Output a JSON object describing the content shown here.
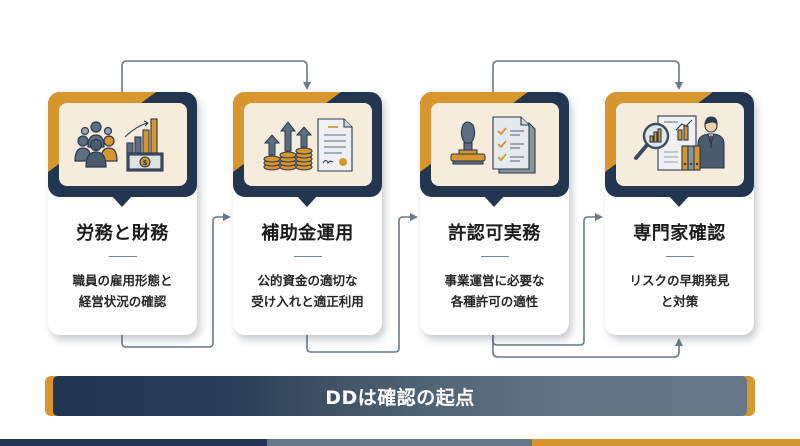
{
  "colors": {
    "navy": "#233650",
    "gold": "#D8962F",
    "cream": "#F6ECDC",
    "slate": "#667786",
    "connector": "#6b7885"
  },
  "cards": [
    {
      "title": "労務と財務",
      "desc_lines": [
        "職員の雇用形態と",
        "経営状況の確認"
      ],
      "icon": "people-and-money-growth-icon"
    },
    {
      "title": "補助金運用",
      "desc_lines": [
        "公的資金の適切な",
        "受け入れと適正利用"
      ],
      "icon": "coins-growth-and-document-icon"
    },
    {
      "title": "許認可実務",
      "desc_lines": [
        "事業運営に必要な",
        "各種許可の適性"
      ],
      "icon": "stamp-and-checklist-icon"
    },
    {
      "title": "専門家確認",
      "desc_lines": [
        "リスクの早期発見",
        "と対策"
      ],
      "icon": "expert-analysis-icon"
    }
  ],
  "banner": {
    "text": "DDは確認の起点"
  },
  "bottom_strip": [
    "#233650",
    "#667786",
    "#D8962F"
  ]
}
